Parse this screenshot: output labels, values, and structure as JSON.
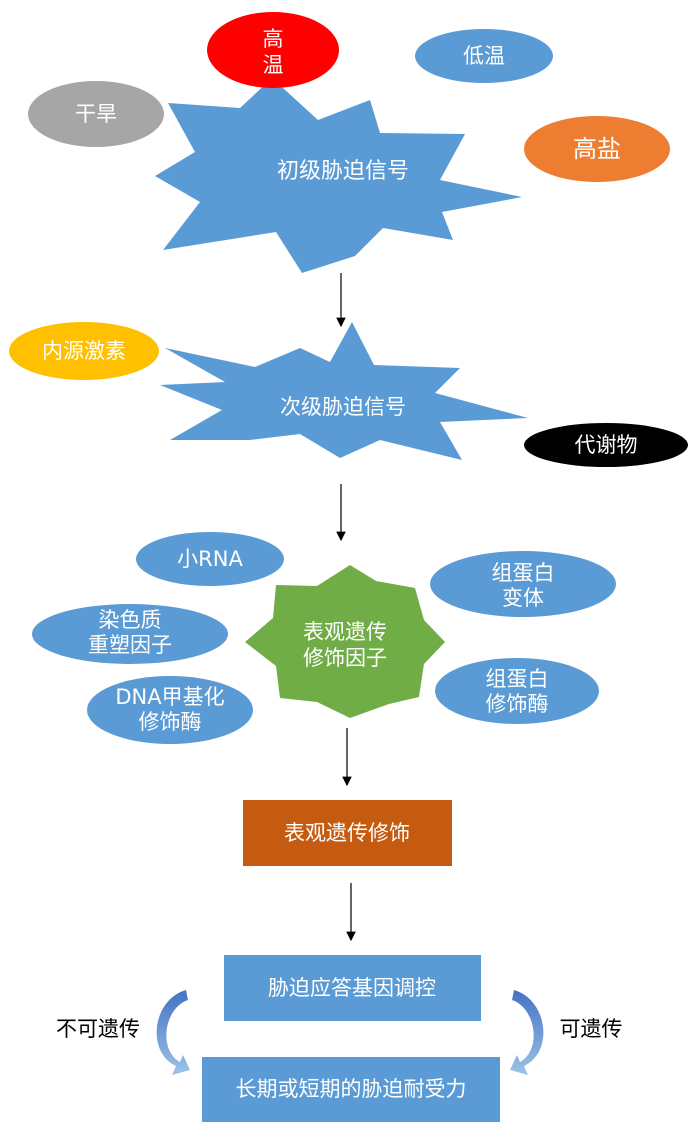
{
  "colors": {
    "blue_shape": "#5b9bd5",
    "red": "#ff0000",
    "gray": "#a6a6a6",
    "orange": "#ed7d31",
    "yellow": "#ffc000",
    "black": "#000000",
    "green": "#70ad47",
    "brown": "#c55a11",
    "text_white": "#ffffff",
    "text_black": "#000000"
  },
  "stage1": {
    "center": "初级胁迫信号",
    "high_temp": [
      "高",
      "温"
    ],
    "low_temp": "低温",
    "drought": "干旱",
    "high_salt": "高盐"
  },
  "stage2": {
    "center": "次级胁迫信号",
    "hormone": "内源激素",
    "metabolite": "代谢物"
  },
  "stage3": {
    "center": [
      "表观遗传",
      "修饰因子"
    ],
    "small_rna": "小RNA",
    "histone_variant": [
      "组蛋白",
      "变体"
    ],
    "chromatin": [
      "染色质",
      "重塑因子"
    ],
    "histone_enzyme": [
      "组蛋白",
      "修饰酶"
    ],
    "dna_methyl": [
      "DNA甲基化",
      "修饰酶"
    ]
  },
  "stage4": {
    "label": "表观遗传修饰"
  },
  "stage5": {
    "regulation": "胁迫应答基因调控",
    "tolerance": "长期或短期的胁迫耐受力",
    "non_heritable": "不可遗传",
    "heritable": "可遗传"
  }
}
